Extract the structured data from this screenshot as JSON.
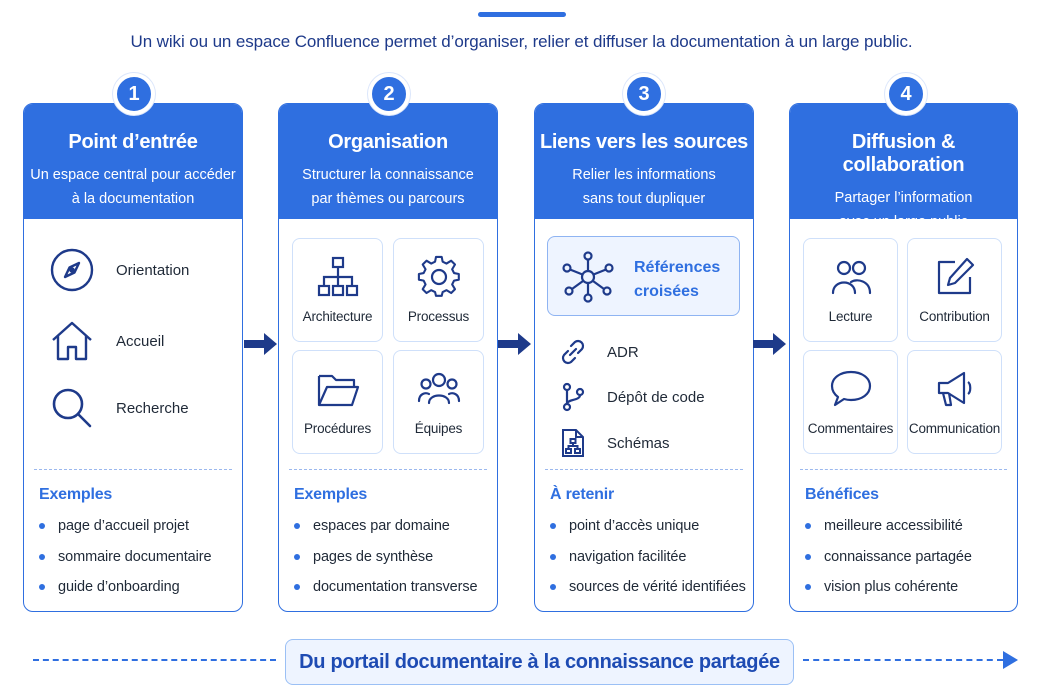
{
  "intro": "Un wiki ou un espace Confluence permet d’organiser, relier et diffuser la documentation à un large public.",
  "accent_color": "#2f6fe0",
  "cards": [
    {
      "number": "1",
      "title": "Point d’entrée",
      "subtitle_lines": [
        "Un espace central pour accéder",
        "à la documentation"
      ],
      "items": [
        {
          "icon": "compass-icon",
          "label": "Orientation"
        },
        {
          "icon": "home-icon",
          "label": "Accueil"
        },
        {
          "icon": "search-icon",
          "label": "Recherche"
        }
      ],
      "section_title": "Exemples",
      "bullets": [
        "page d’accueil projet",
        "sommaire documentaire",
        "guide d’onboarding"
      ]
    },
    {
      "number": "2",
      "title": "Organisation",
      "subtitle_lines": [
        "Structurer la connaissance",
        "par thèmes ou parcours"
      ],
      "tiles": [
        {
          "icon": "hierarchy-icon",
          "label": "Architecture"
        },
        {
          "icon": "gear-icon",
          "label": "Processus"
        },
        {
          "icon": "folder-icon",
          "label": "Procédures"
        },
        {
          "icon": "team-icon",
          "label": "Équipes"
        }
      ],
      "section_title": "Exemples",
      "bullets": [
        "espaces par domaine",
        "pages de synthèse",
        "documentation transverse"
      ]
    },
    {
      "number": "3",
      "title": "Liens vers les sources",
      "subtitle_lines": [
        "Relier les informations",
        "sans tout dupliquer"
      ],
      "highlight": {
        "icon": "network-icon",
        "lines": [
          "Références",
          "croisées"
        ]
      },
      "items": [
        {
          "icon": "link-icon",
          "label": "ADR"
        },
        {
          "icon": "git-branch-icon",
          "label": "Dépôt de code"
        },
        {
          "icon": "diagram-file-icon",
          "label": "Schémas"
        }
      ],
      "section_title": "À retenir",
      "bullets": [
        "point d’accès unique",
        "navigation facilitée",
        "sources de vérité identifiées"
      ]
    },
    {
      "number": "4",
      "title": "Diffusion & collaboration",
      "subtitle_lines": [
        "Partager l’information",
        "avec un large public"
      ],
      "tiles": [
        {
          "icon": "readers-icon",
          "label": "Lecture"
        },
        {
          "icon": "edit-icon",
          "label": "Contribution"
        },
        {
          "icon": "comment-icon",
          "label": "Commentaires"
        },
        {
          "icon": "megaphone-icon",
          "label": "Communication"
        }
      ],
      "section_title": "Bénéfices",
      "bullets": [
        "meilleure accessibilité",
        "connaissance partagée",
        "vision plus cohérente"
      ]
    }
  ],
  "banner": "Du portail documentaire à la connaissance partagée"
}
